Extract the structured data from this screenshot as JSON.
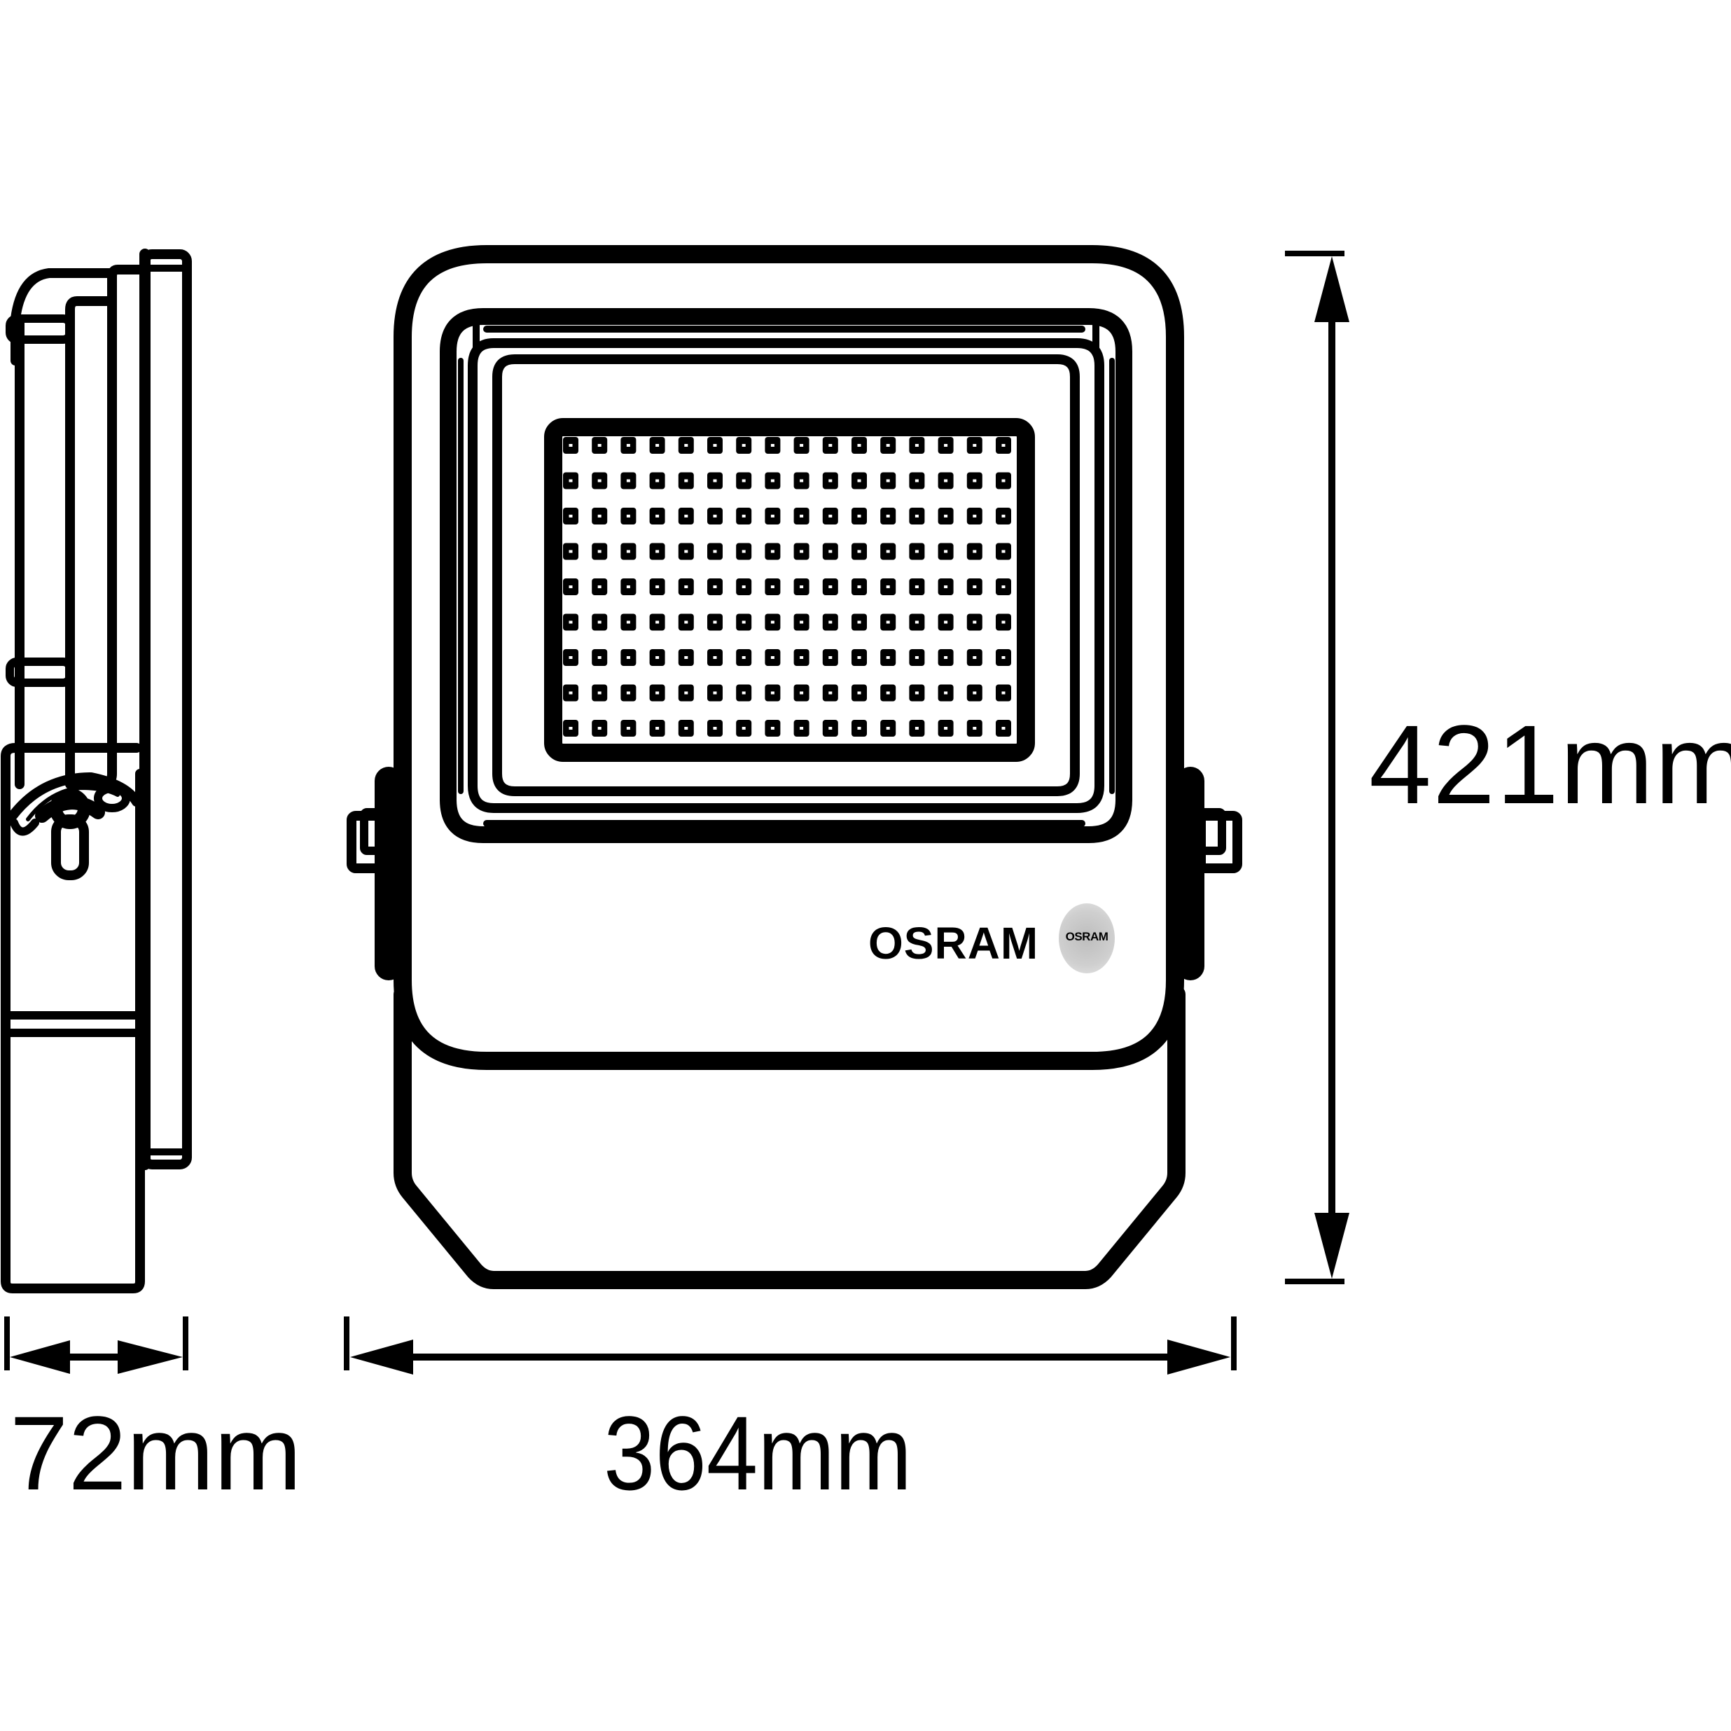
{
  "drawing": {
    "title": "LED floodlight dimensional drawing",
    "views": [
      "side-view",
      "front-view"
    ]
  },
  "dimensions": {
    "height": {
      "value": 421,
      "unit": "mm",
      "label": "421mm"
    },
    "width": {
      "value": 364,
      "unit": "mm",
      "label": "364mm"
    },
    "depth": {
      "value": 72,
      "unit": "mm",
      "label": "72mm"
    }
  },
  "branding": {
    "wordmark": "OSRAM",
    "badge_text": "OSRAM",
    "badge_color": "#c4c4c4"
  },
  "led_array": {
    "columns": 16,
    "rows": 9
  },
  "colors": {
    "line": "#000000",
    "background": "#ffffff"
  }
}
